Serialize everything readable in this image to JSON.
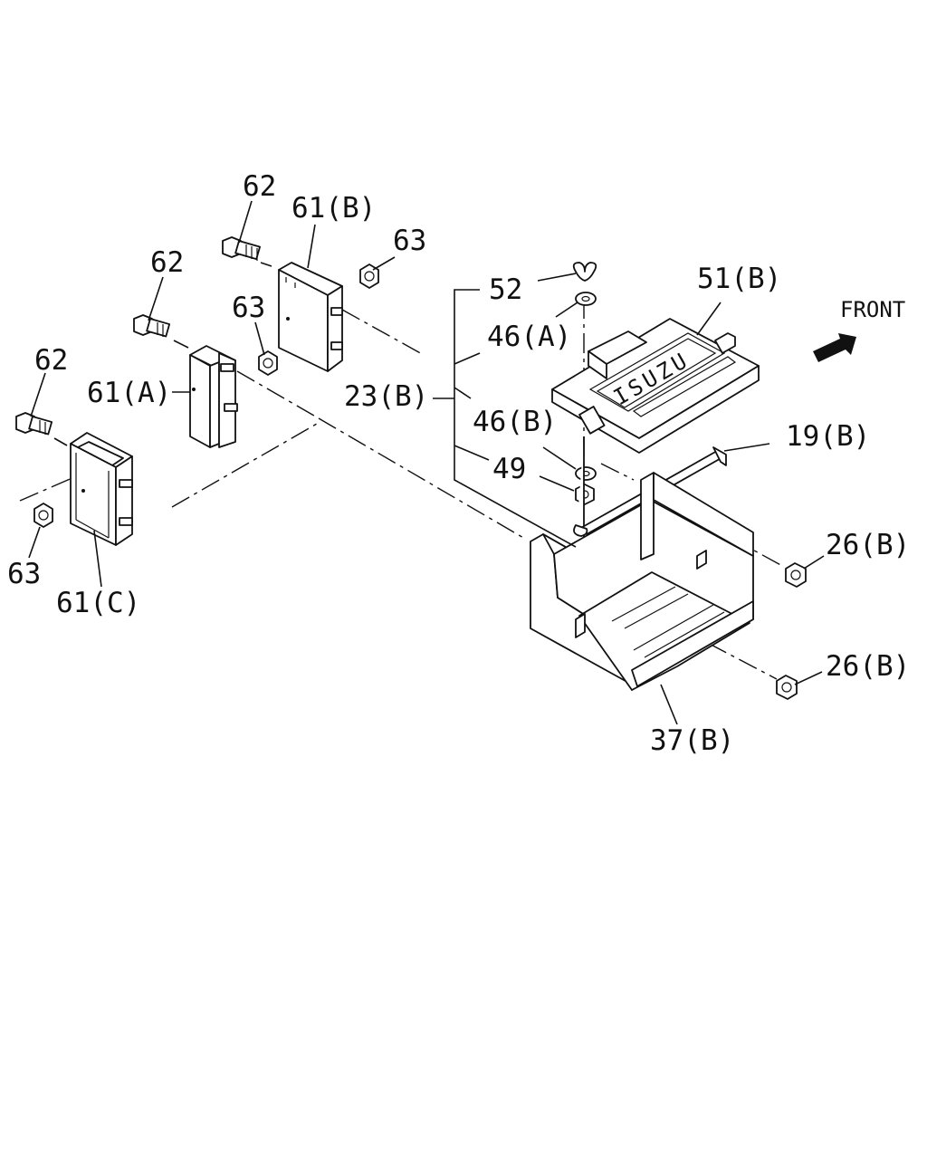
{
  "labels": {
    "bolt_62_a": "62",
    "bolt_62_b": "62",
    "bolt_62_c": "62",
    "bracket_61_b": "61(B)",
    "bracket_61_a": "61(A)",
    "bracket_61_c": "61(C)",
    "nut_63_a": "63",
    "nut_63_b": "63",
    "nut_63_c": "63",
    "wing_nut_52": "52",
    "washer_46_a": "46(A)",
    "washer_46_b": "46(B)",
    "rod_23_b": "23(B)",
    "nut_49": "49",
    "cover_51_b": "51(B)",
    "clamp_19_b": "19(B)",
    "nut_26_b_upper": "26(B)",
    "nut_26_b_lower": "26(B)",
    "tray_37_b": "37(B)",
    "front": "FRONT",
    "logo": "ISUZU"
  },
  "icons": {
    "front_arrow": "arrow-icon"
  }
}
